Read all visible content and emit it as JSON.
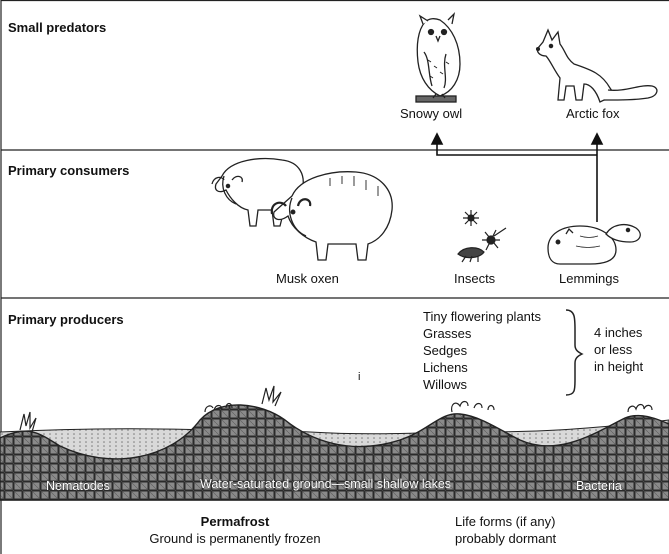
{
  "sections": {
    "predators": {
      "title": "Small predators",
      "animals": [
        "Snowy owl",
        "Arctic fox"
      ]
    },
    "consumers": {
      "title": "Primary consumers",
      "animals": [
        "Musk oxen",
        "Insects",
        "Lemmings"
      ]
    },
    "producers": {
      "title": "Primary producers",
      "plants": [
        "Tiny flowering plants",
        "Grasses",
        "Sedges",
        "Lichens",
        "Willows"
      ],
      "height_note": [
        "4 inches",
        "or less",
        "in height"
      ]
    }
  },
  "soil": {
    "left": "Nematodes",
    "middle": "Water-saturated ground—small shallow lakes",
    "right": "Bacteria"
  },
  "permafrost": {
    "title": "Permafrost",
    "subtitle": "Ground is permanently frozen",
    "life_line1": "Life forms (if any)",
    "life_line2": "probably dormant"
  },
  "stray_mark": "i"
}
